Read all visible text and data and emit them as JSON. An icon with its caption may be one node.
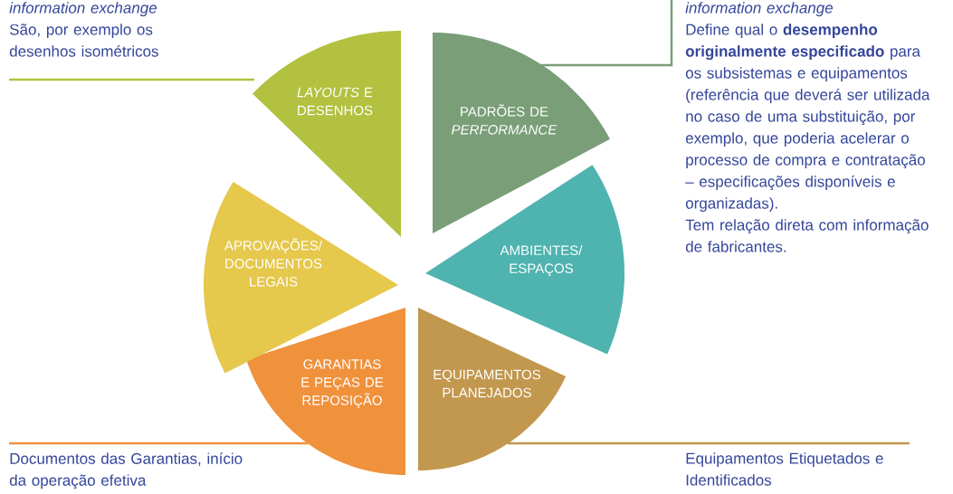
{
  "diagram": {
    "nodes": [
      {
        "text": [
          "*LAYOUTS* E DESENHOS"
        ]
      },
      {
        "text": [
          "PADRÕES DE *PERFORMANCE*"
        ]
      },
      {
        "text": [
          "AMBIENTES/ ESPAÇOS"
        ]
      },
      {
        "text": [
          "EQUIPAMENTOS PLANEJADOS"
        ]
      },
      {
        "text": [
          "GARANTIAS E PEÇAS DE REPOSIÇÃO"
        ]
      },
      {
        "text": [
          "APROVAÇÕES/ DOCUMENTOS LEGAIS"
        ]
      },
      {
        "text": [
          "information exchange",
          "São, por exemplo os desenhos isométricos"
        ]
      },
      {
        "text": [
          "information exchange",
          "Define qual o **desempenho originalmente especificado** para os subsistemas e equipamentos (referência que deverá ser utilizada no caso de uma substituição, por exemplo, que poderia acelerar o processo de compra e contratação – especificações disponíveis e organizadas).",
          "Tem relação direta com informação de fabricantes."
        ]
      },
      {
        "text": [
          "Documentos das Garantias, início da operação efetiva"
        ]
      },
      {
        "text": [
          "Equipamentos Etiquetados e Identificados"
        ]
      }
    ],
    "edges": [
      {
        "from": 6,
        "to": 0,
        "arrow": "none",
        "color": "#b2c13f"
      },
      {
        "from": 1,
        "to": 7,
        "arrow": "none",
        "color": "#7a9e78"
      },
      {
        "from": 8,
        "to": 4,
        "arrow": "none",
        "color": "#f0913c"
      },
      {
        "from": 9,
        "to": 3,
        "arrow": "none",
        "color": "#c2974e"
      }
    ]
  }
}
